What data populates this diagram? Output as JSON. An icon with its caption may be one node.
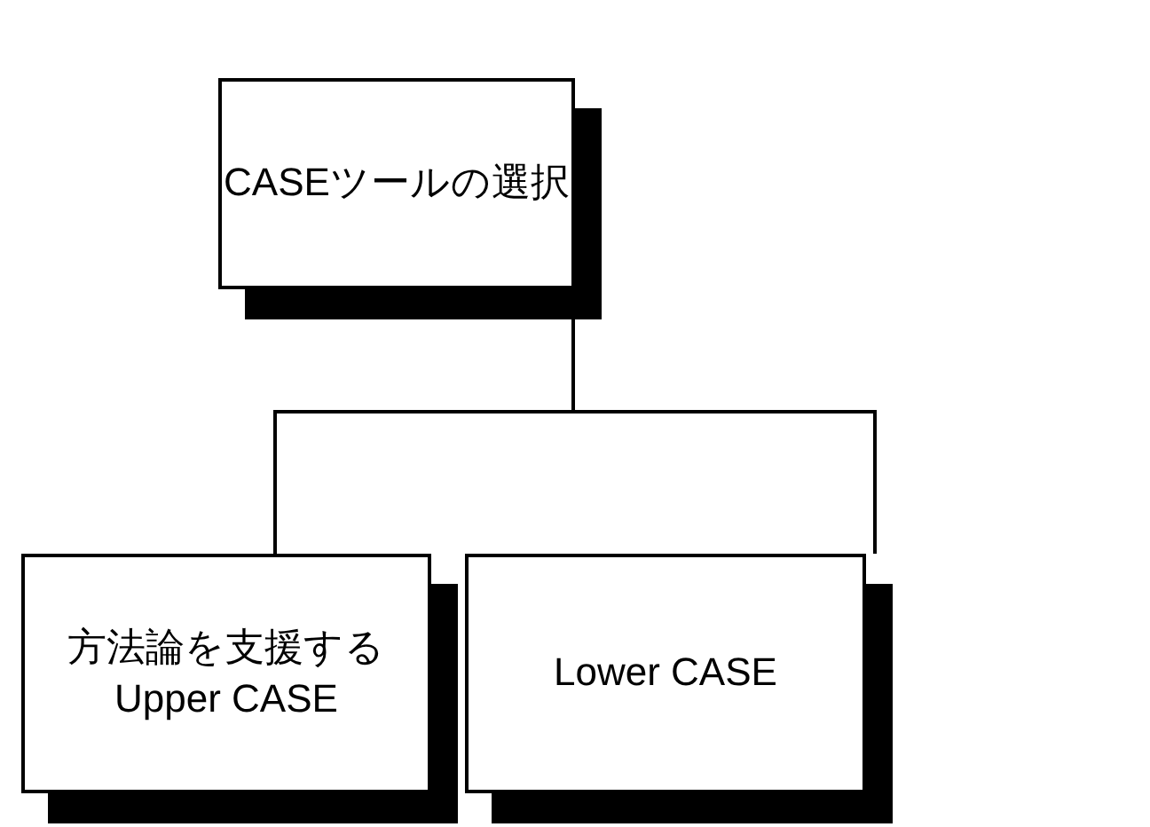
{
  "diagram": {
    "nodes": [
      {
        "text": [
          "CASEツールの選択"
        ]
      },
      {
        "text": [
          "方法論を支援する Upper CASE"
        ]
      },
      {
        "text": [
          "Lower CASE"
        ]
      }
    ],
    "edges": [
      {
        "from": 0,
        "to": 1,
        "arrow": "none"
      },
      {
        "from": 0,
        "to": 2,
        "arrow": "none"
      }
    ]
  }
}
